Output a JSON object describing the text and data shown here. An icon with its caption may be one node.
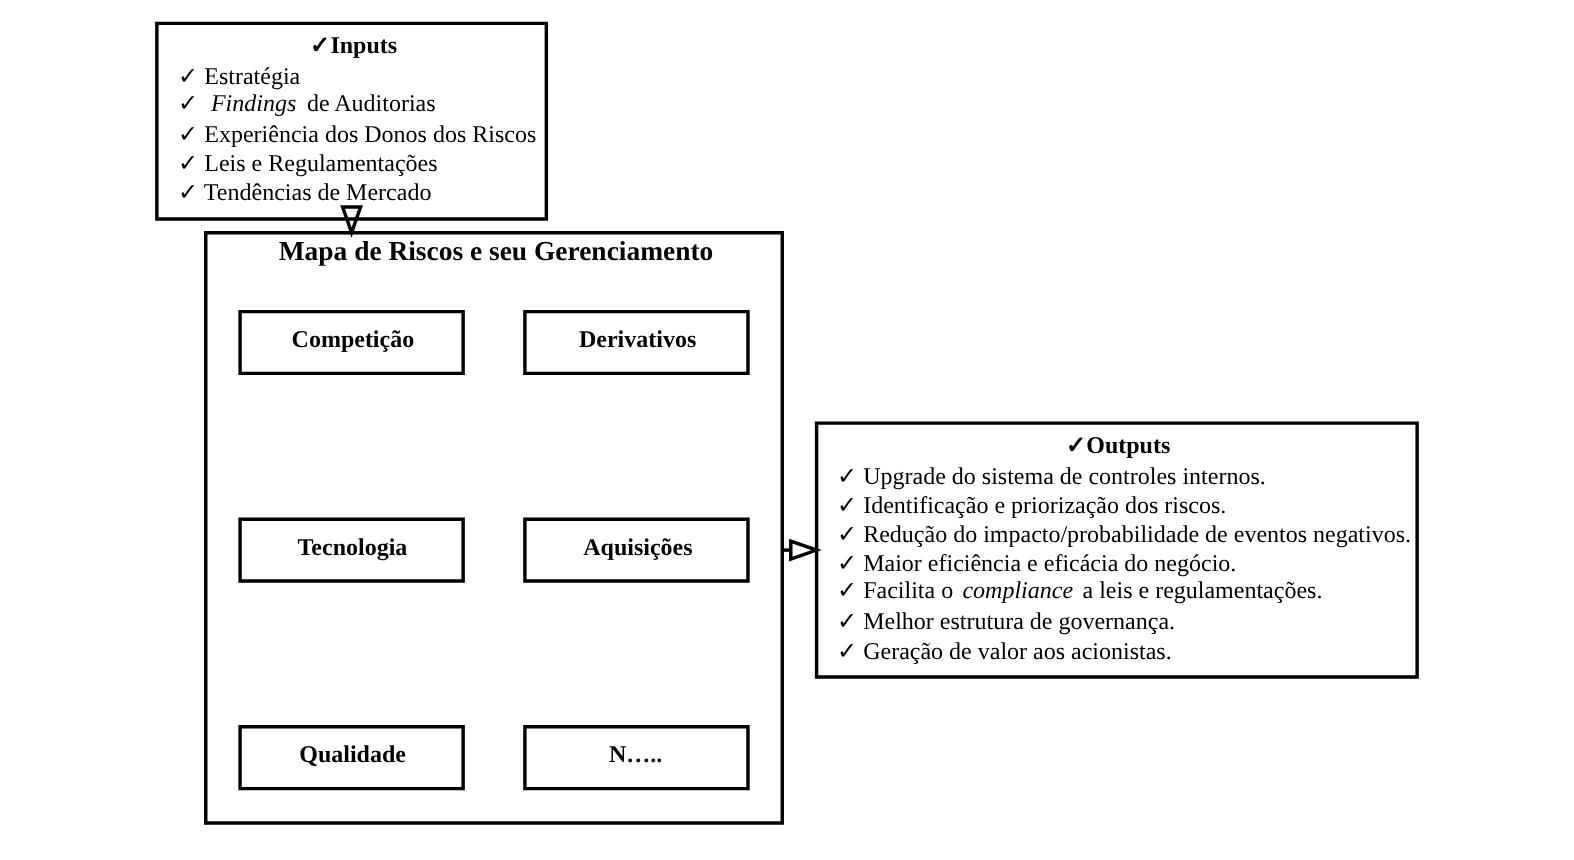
{
  "diagram": {
    "nodes": [
      {
        "text": [
          "✓Inputs",
          "✓ Estratégia",
          "✓ *Findings* de Auditorias",
          "✓ Experiência dos Donos dos Riscos",
          "✓ Leis e Regulamentações",
          "✓ Tendências de Mercado"
        ]
      },
      {
        "text": [
          "Mapa de Riscos e seu Gerenciamento"
        ]
      },
      {
        "text": [
          "Competição"
        ],
        "in": 1
      },
      {
        "text": [
          "Derivativos"
        ],
        "in": 1
      },
      {
        "text": [
          "Tecnologia"
        ],
        "in": 1
      },
      {
        "text": [
          "Aquisições"
        ],
        "in": 1
      },
      {
        "text": [
          "Qualidade"
        ],
        "in": 1
      },
      {
        "text": [
          "N….."
        ],
        "in": 1
      },
      {
        "text": [
          "✓Outputs",
          "✓ Upgrade do sistema de controles internos.",
          "✓ Identificação e priorização dos riscos.",
          "✓ Redução do impacto/probabilidade de eventos negativos.",
          "✓ Maior eficiência e eficácia do negócio.",
          "✓ Facilita o *compliance* a leis e regulamentações.",
          "✓ Melhor estrutura de governança.",
          "✓ Geração de valor aos acionistas."
        ]
      }
    ],
    "edges": [
      {
        "from": 0,
        "to": 1,
        "arrow": "to"
      },
      {
        "from": 1,
        "to": 8,
        "arrow": "to"
      }
    ]
  }
}
